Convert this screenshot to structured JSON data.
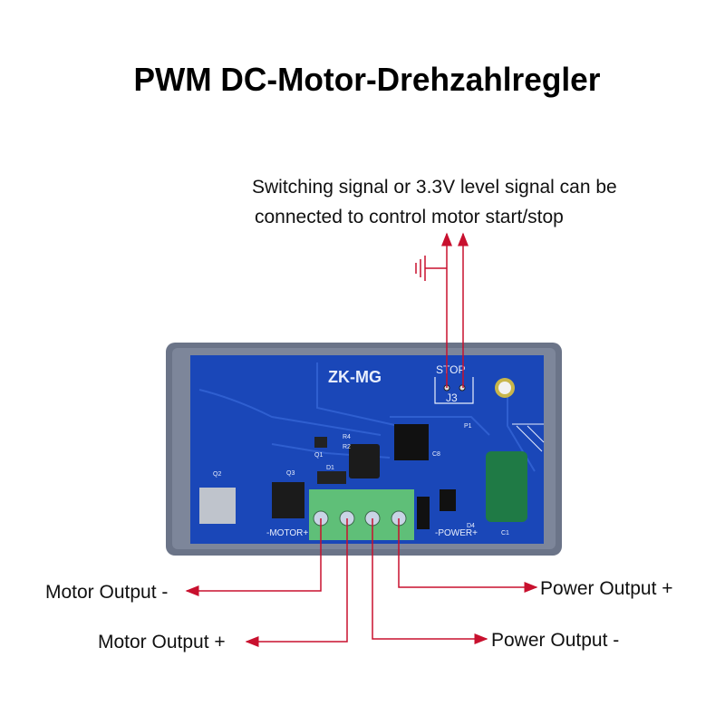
{
  "title": "PWM DC-Motor-Drehzahlregler",
  "annotation": {
    "line1": "Switching signal or 3.3V level signal can be",
    "line2": "connected to control motor start/stop"
  },
  "board": {
    "model": "ZK-MG",
    "stop_label": "STOP",
    "j3_label": "J3",
    "motor_label": "-MOTOR+",
    "power_label": "-POWER+",
    "q1": "Q1",
    "q2": "Q2",
    "q3": "Q3",
    "d1": "D1",
    "r4": "R4",
    "r2": "R2",
    "p1": "P1",
    "c8": "C8",
    "d4": "D4",
    "c1": "C1"
  },
  "labels": {
    "motor_minus": "Motor Output -",
    "motor_plus": "Motor Output +",
    "power_minus": "Power Output -",
    "power_plus": "Power Output +"
  },
  "colors": {
    "arrow": "#c8102e",
    "pcb": "#1a47b8",
    "enclosure": "#6b7488",
    "terminal": "#5fbf78"
  }
}
